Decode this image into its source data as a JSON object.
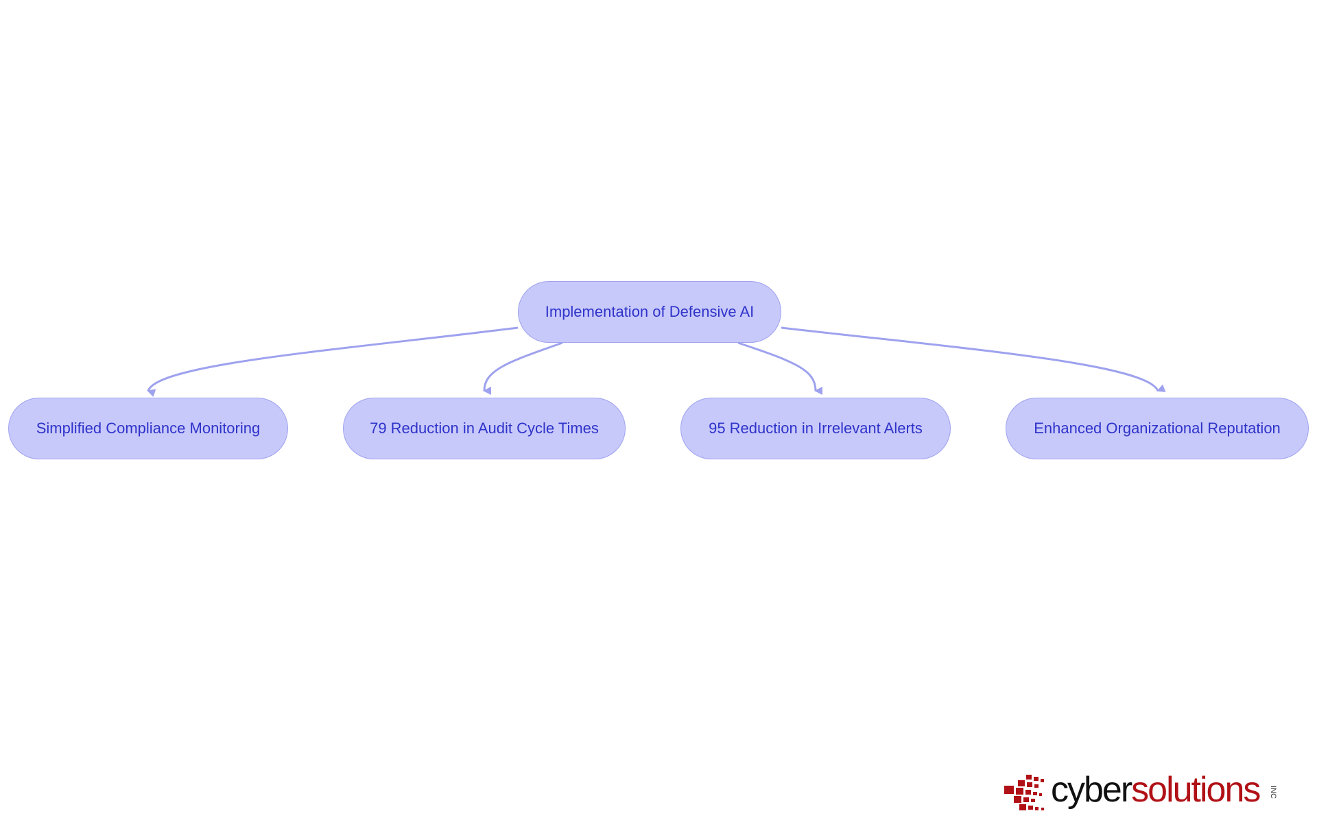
{
  "diagram": {
    "root": {
      "label": "Implementation of Defensive AI"
    },
    "children": [
      {
        "label": "Simplified Compliance Monitoring"
      },
      {
        "label": "79 Reduction in Audit Cycle Times"
      },
      {
        "label": "95 Reduction in Irrelevant Alerts"
      },
      {
        "label": "Enhanced Organizational Reputation"
      }
    ],
    "colors": {
      "node_fill": "#c8c9fb",
      "node_border": "#9ea2ee",
      "text": "#2e33c9",
      "edge": "#9ea2ee"
    }
  },
  "logo": {
    "part1": "cyber",
    "part2": "solutions",
    "suffix": "INC",
    "colors": {
      "part1": "#111111",
      "part2": "#b01116"
    }
  }
}
